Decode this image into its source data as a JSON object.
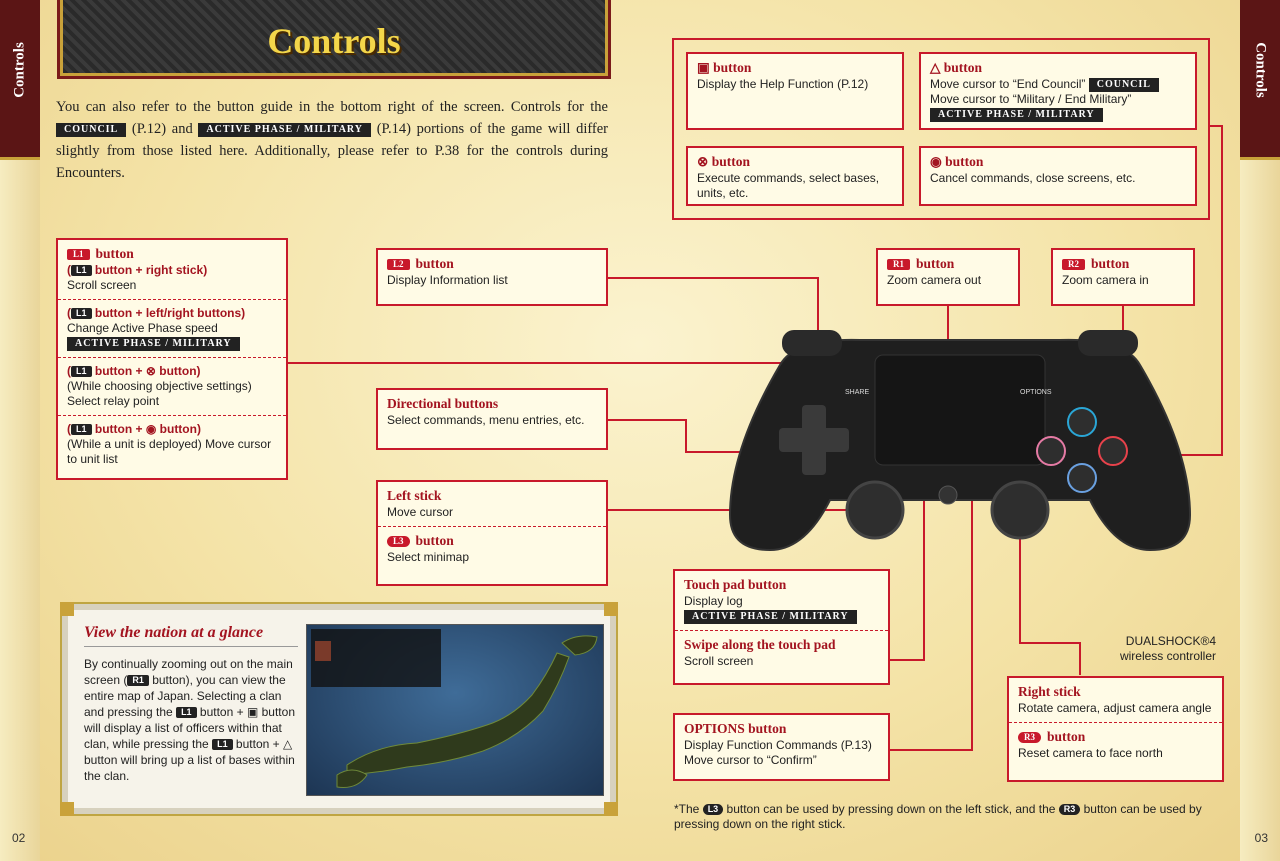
{
  "page_title": "Controls",
  "side_tab": "Controls",
  "page_left": "02",
  "page_right": "03",
  "intro": {
    "p1": "You can also refer to the button guide in the bottom right of the screen. Controls for the",
    "tag_council": "COUNCIL",
    "p2": "(P.12) and",
    "tag_active": "ACTIVE PHASE / MILITARY",
    "p3": "(P.14) portions of the game will differ slightly from those listed here. Additionally, please refer to P.38 for the controls during Encounters."
  },
  "face_buttons": {
    "touchpad": {
      "title": "button",
      "desc": "Display the Help Function (P.12)"
    },
    "triangle": {
      "title": "button",
      "desc1": "Move cursor to “End Council”",
      "tag1": "COUNCIL",
      "desc2": "Move cursor to “Military / End Military”",
      "tag2": "ACTIVE PHASE / MILITARY"
    },
    "cross": {
      "title": "button",
      "desc": "Execute commands, select bases, units, etc."
    },
    "circle": {
      "title": "button",
      "desc": "Cancel commands, close screens, etc."
    }
  },
  "l1": {
    "badge": "L1",
    "title": "button",
    "s1": {
      "title": "button + right stick)",
      "desc": "Scroll screen"
    },
    "s2": {
      "title": "button + left/right buttons)",
      "desc": "Change Active Phase speed",
      "tag": "ACTIVE PHASE / MILITARY"
    },
    "s3": {
      "title": "button + ⊗ button)",
      "desc": "(While choosing objective settings) Select relay point"
    },
    "s4": {
      "title": "button + ◉ button)",
      "desc": "(While a unit is deployed) Move cursor to unit list"
    }
  },
  "l2": {
    "badge": "L2",
    "title": "button",
    "desc": "Display Information list"
  },
  "r1": {
    "badge": "R1",
    "title": "button",
    "desc": "Zoom camera out"
  },
  "r2": {
    "badge": "R2",
    "title": "button",
    "desc": "Zoom camera in"
  },
  "dpad": {
    "title": "Directional buttons",
    "desc": "Select commands, menu entries, etc."
  },
  "lstick": {
    "title": "Left stick",
    "desc": "Move cursor",
    "l3_badge": "L3",
    "l3_title": "button",
    "l3_desc": "Select minimap"
  },
  "touchpad": {
    "title": "Touch pad button",
    "desc": "Display log",
    "tag": "ACTIVE PHASE / MILITARY",
    "swipe_title": "Swipe along the touch pad",
    "swipe_desc": "Scroll screen"
  },
  "options": {
    "title": "OPTIONS button",
    "desc1": "Display Function Commands (P.13)",
    "desc2": "Move cursor to “Confirm”"
  },
  "rstick": {
    "title": "Right stick",
    "desc": "Rotate camera, adjust camera angle",
    "r3_badge": "R3",
    "r3_title": "button",
    "r3_desc": "Reset camera to face north"
  },
  "controller": {
    "label1": "DUALSHOCK®4",
    "label2": "wireless controller",
    "share": "SHARE",
    "opts": "OPTIONS"
  },
  "nation": {
    "title": "View the nation at a glance",
    "text_a": "By continually zooming out on the main screen (",
    "badge_r1": "R1",
    "text_b": " button), you can view the entire map of Japan. Selecting a clan and pressing the ",
    "badge_l1a": "L1",
    "text_c": " button + ▣ button will display a list of officers within that clan, while pressing the ",
    "badge_l1b": "L1",
    "text_d": " button + △ button will bring up a list of bases within the clan."
  },
  "footnote": {
    "a": "*The ",
    "l3": "L3",
    "b": " button can be used by pressing down on the left stick, and the ",
    "r3": "R3",
    "c": " button can be used by pressing down on the right stick."
  }
}
